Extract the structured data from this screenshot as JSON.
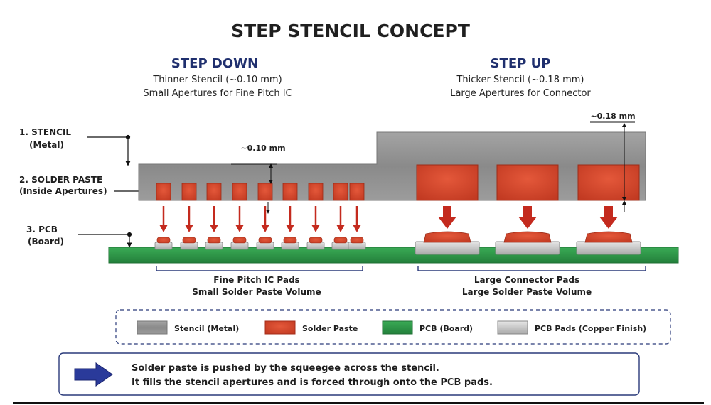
{
  "title": "STEP STENCIL CONCEPT",
  "step_down": {
    "heading": "STEP DOWN",
    "line1": "Thinner Stencil (~0.10 mm)",
    "line2": "Small Apertures for Fine Pitch IC",
    "thickness": "~0.10 mm",
    "pads_line1": "Fine Pitch IC Pads",
    "pads_line2": "Small Solder Paste Volume"
  },
  "step_up": {
    "heading": "STEP UP",
    "line1": "Thicker Stencil (~0.18 mm)",
    "line2": "Large Apertures for Connector",
    "thickness": "~0.18 mm",
    "pads_line1": "Large Connector Pads",
    "pads_line2": "Large Solder Paste Volume"
  },
  "labels": {
    "stencil_1": "1. STENCIL",
    "stencil_2": "(Metal)",
    "paste_1": "2. SOLDER PASTE",
    "paste_2": "(Inside Apertures)",
    "pcb_1": "3. PCB",
    "pcb_2": "(Board)"
  },
  "legend": {
    "stencil": "Stencil (Metal)",
    "paste": "Solder Paste",
    "pcb": "PCB (Board)",
    "pads": "PCB Pads (Copper Finish)"
  },
  "note": {
    "line1": "Solder paste is pushed by the squeegee across the stencil.",
    "line2": "It fills the stencil apertures and is forced through onto the PCB pads."
  },
  "colors": {
    "stencil": "#8c8c8c",
    "paste": "#d6452a",
    "pcb": "#2e9a48",
    "pad": "#c9c9c9",
    "arrow": "#c42a1e",
    "heading": "#1f2f6e",
    "note_arrow": "#2a3a9a"
  }
}
